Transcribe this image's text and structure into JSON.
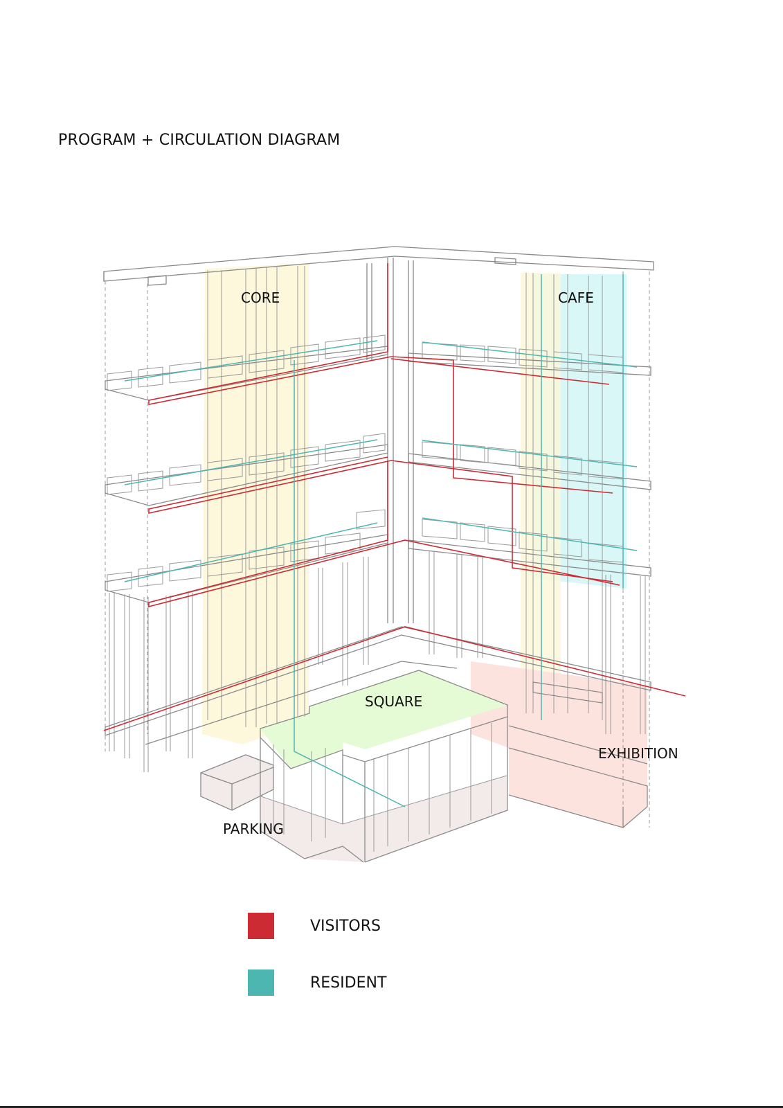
{
  "title": "PROGRAM + CIRCULATION DIAGRAM",
  "zones": {
    "core": {
      "label": "CORE",
      "color": "#fdf6d8"
    },
    "cafe": {
      "label": "CAFE",
      "color": "#d7f7f7"
    },
    "square": {
      "label": "SQUARE",
      "color": "#e4fbd6"
    },
    "exhibition": {
      "label": "EXHIBITION",
      "color": "#fde3de"
    },
    "parking": {
      "label": "PARKING",
      "color": "#f3eaea"
    }
  },
  "legend": [
    {
      "label": "VISITORS",
      "color": "#cc2b34"
    },
    {
      "label": "RESIDENT",
      "color": "#4db6b1"
    }
  ]
}
